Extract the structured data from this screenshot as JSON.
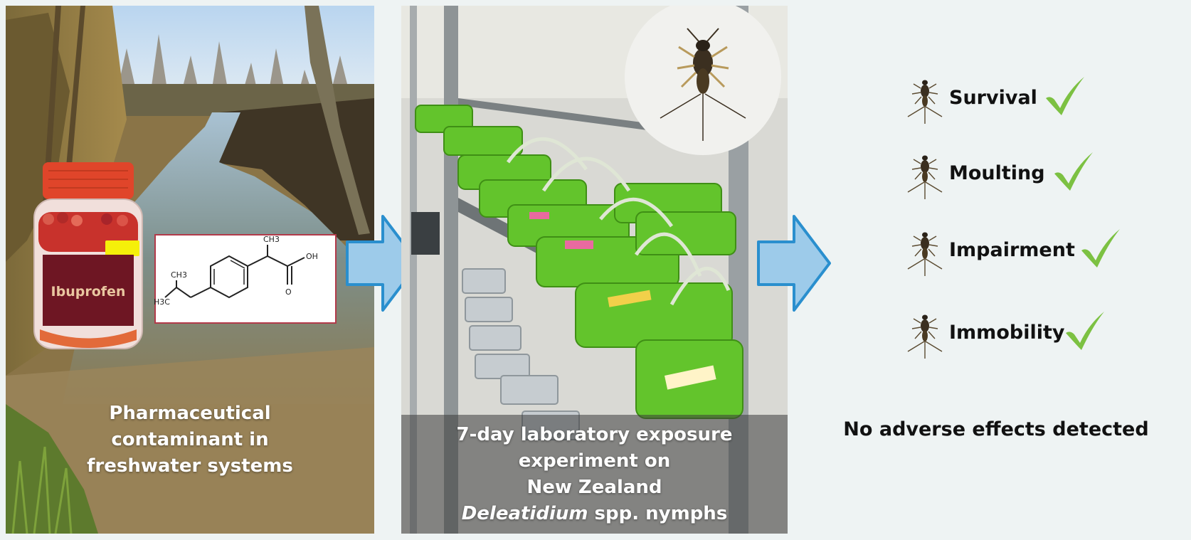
{
  "panel1": {
    "caption_lines": [
      "Pharmaceutical",
      "contaminant in",
      "freshwater systems"
    ],
    "bottle_label": "Ibuprofen",
    "structure": {
      "ch3_top": "CH3",
      "ch3_left": "CH3",
      "h3c": "H3C",
      "oh": "OH",
      "o": "O"
    }
  },
  "panel2": {
    "caption_line1": "7-day laboratory  exposure",
    "caption_line2": "experiment  on",
    "caption_line3": "New Zealand",
    "caption_genus": "Deleatidium",
    "caption_line4_rest": " spp. nymphs"
  },
  "results": {
    "items": [
      {
        "label": "Survival",
        "icon": "mayfly-nymph-icon",
        "status": "check-icon"
      },
      {
        "label": "Moulting",
        "icon": "mayfly-nymph-icon",
        "status": "check-icon"
      },
      {
        "label": "Impairment",
        "icon": "mayfly-nymph-icon",
        "status": "check-icon"
      },
      {
        "label": "Immobility",
        "icon": "mayfly-nymph-icon",
        "status": "check-icon"
      }
    ],
    "conclusion": "No adverse effects detected"
  },
  "colors": {
    "arrow_fill": "#9dcbea",
    "arrow_stroke": "#2a8fce",
    "check": "#7cc142",
    "label_bottle": "#6e1623",
    "lid": "#e0452a"
  }
}
